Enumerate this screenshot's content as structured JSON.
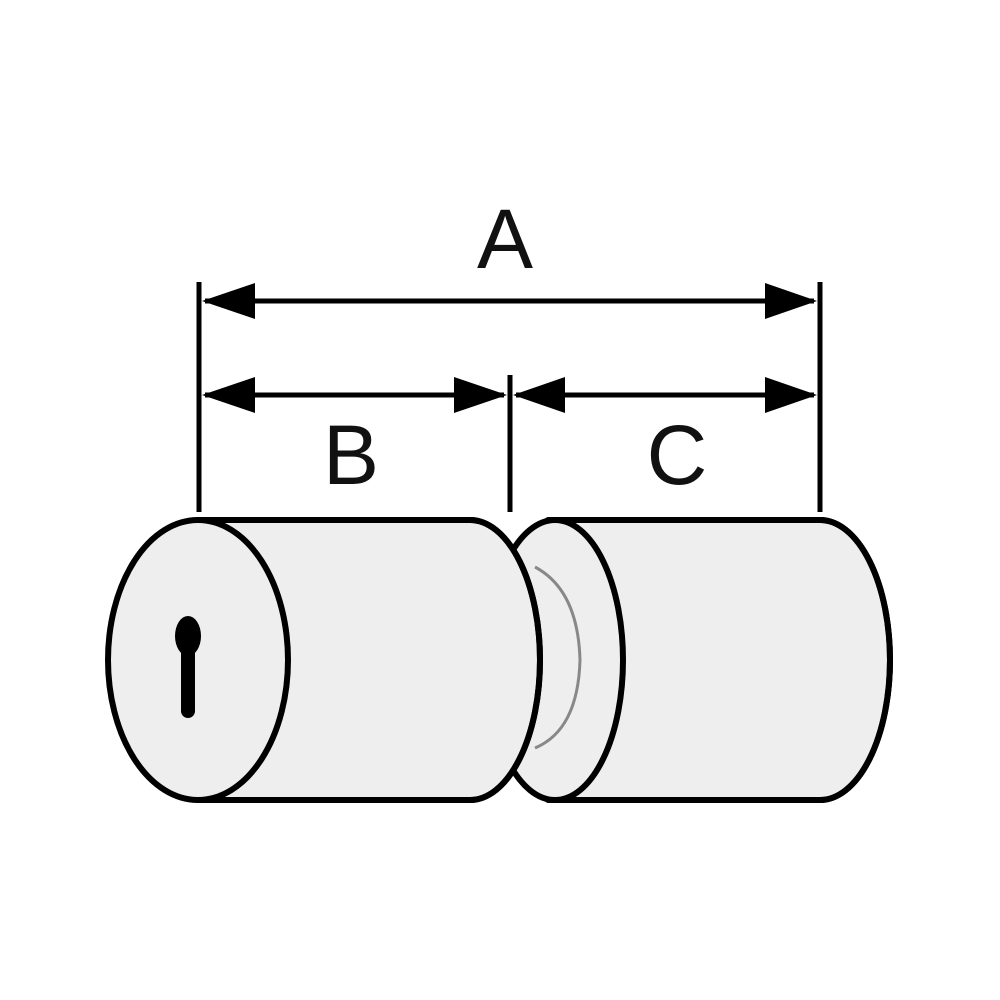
{
  "dimensions": {
    "a": {
      "label": "A"
    },
    "b": {
      "label": "B"
    },
    "c": {
      "label": "C"
    }
  },
  "colors": {
    "stroke": "#000000",
    "fill": "#eeeeee",
    "inner_ring": "#888888"
  }
}
